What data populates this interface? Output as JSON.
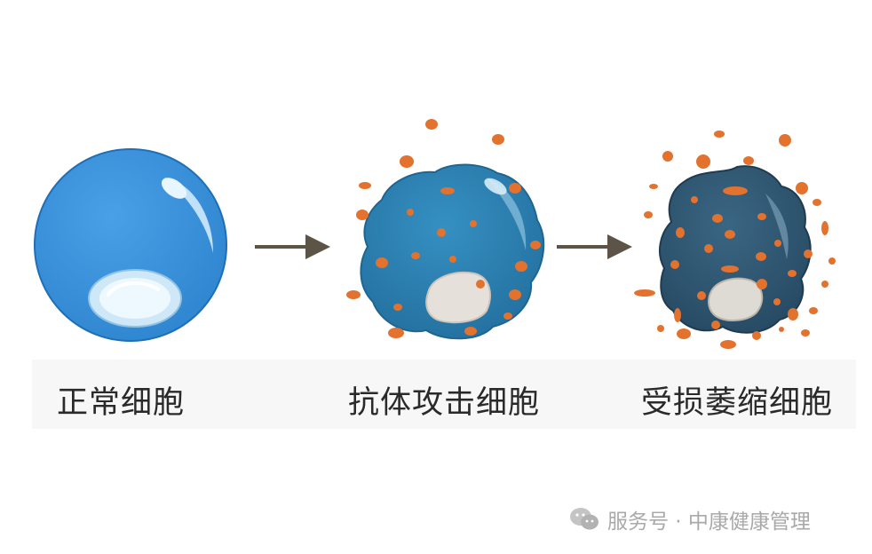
{
  "stages": [
    {
      "label": "正常细胞",
      "icon": "normal-cell"
    },
    {
      "label": "抗体攻击细胞",
      "icon": "antibody-attacked-cell"
    },
    {
      "label": "受损萎缩细胞",
      "icon": "damaged-shrunken-cell"
    }
  ],
  "watermark": {
    "text": "服务号 · 中康健康管理",
    "icon": "wechat-icon"
  },
  "colors": {
    "normal_cell": "#3d93db",
    "attacked_cell": "#2e7fb0",
    "damaged_cell": "#2f5673",
    "antibody": "#e2722e",
    "arrow": "#5c5446"
  }
}
